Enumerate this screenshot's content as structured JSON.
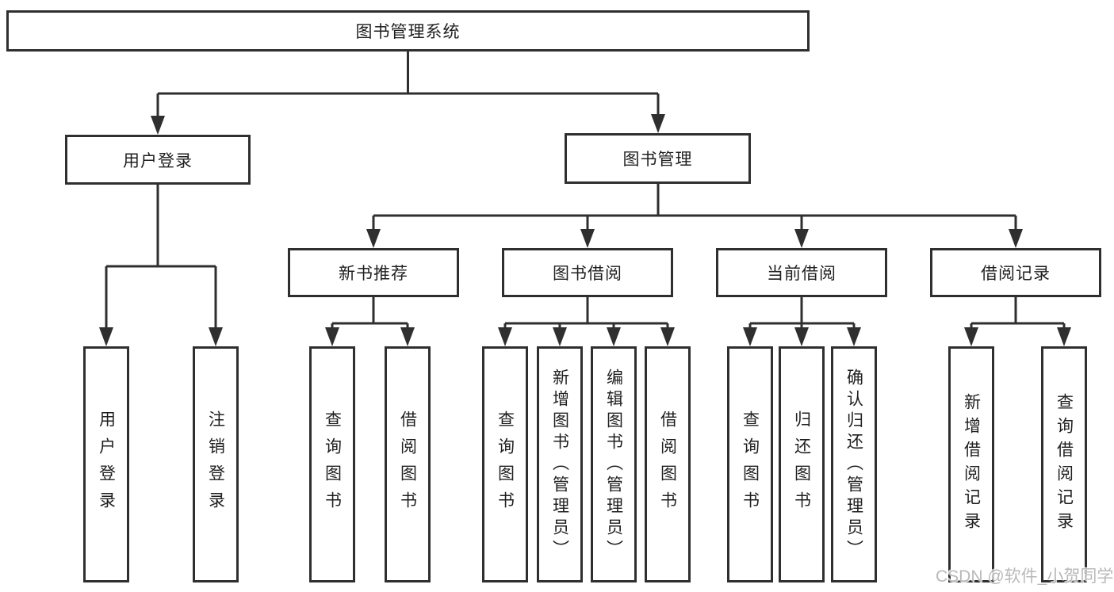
{
  "colors": {
    "line": "#2f2f2f",
    "text": "#1f1f1f",
    "background": "#ffffff",
    "watermark": "#b9b9b9"
  },
  "watermark": {
    "text": "CSDN @软件_小贺同学"
  },
  "tree": {
    "root": {
      "label": "图书管理系统"
    },
    "branches": [
      {
        "label": "用户登录",
        "children": [
          {
            "label": "用户登录"
          },
          {
            "label": "注销登录"
          }
        ]
      },
      {
        "label": "图书管理",
        "children": [
          {
            "label": "新书推荐",
            "children": [
              {
                "label": "查询图书"
              },
              {
                "label": "借阅图书"
              }
            ]
          },
          {
            "label": "图书借阅",
            "children": [
              {
                "label": "查询图书"
              },
              {
                "label": "新增图书（管理员）"
              },
              {
                "label": "编辑图书（管理员）"
              },
              {
                "label": "借阅图书"
              }
            ]
          },
          {
            "label": "当前借阅",
            "children": [
              {
                "label": "查询图书"
              },
              {
                "label": "归还图书"
              },
              {
                "label": "确认归还（管理员）"
              }
            ]
          },
          {
            "label": "借阅记录",
            "children": [
              {
                "label": "新增借阅记录"
              },
              {
                "label": "查询借阅记录"
              }
            ]
          }
        ]
      }
    ]
  }
}
